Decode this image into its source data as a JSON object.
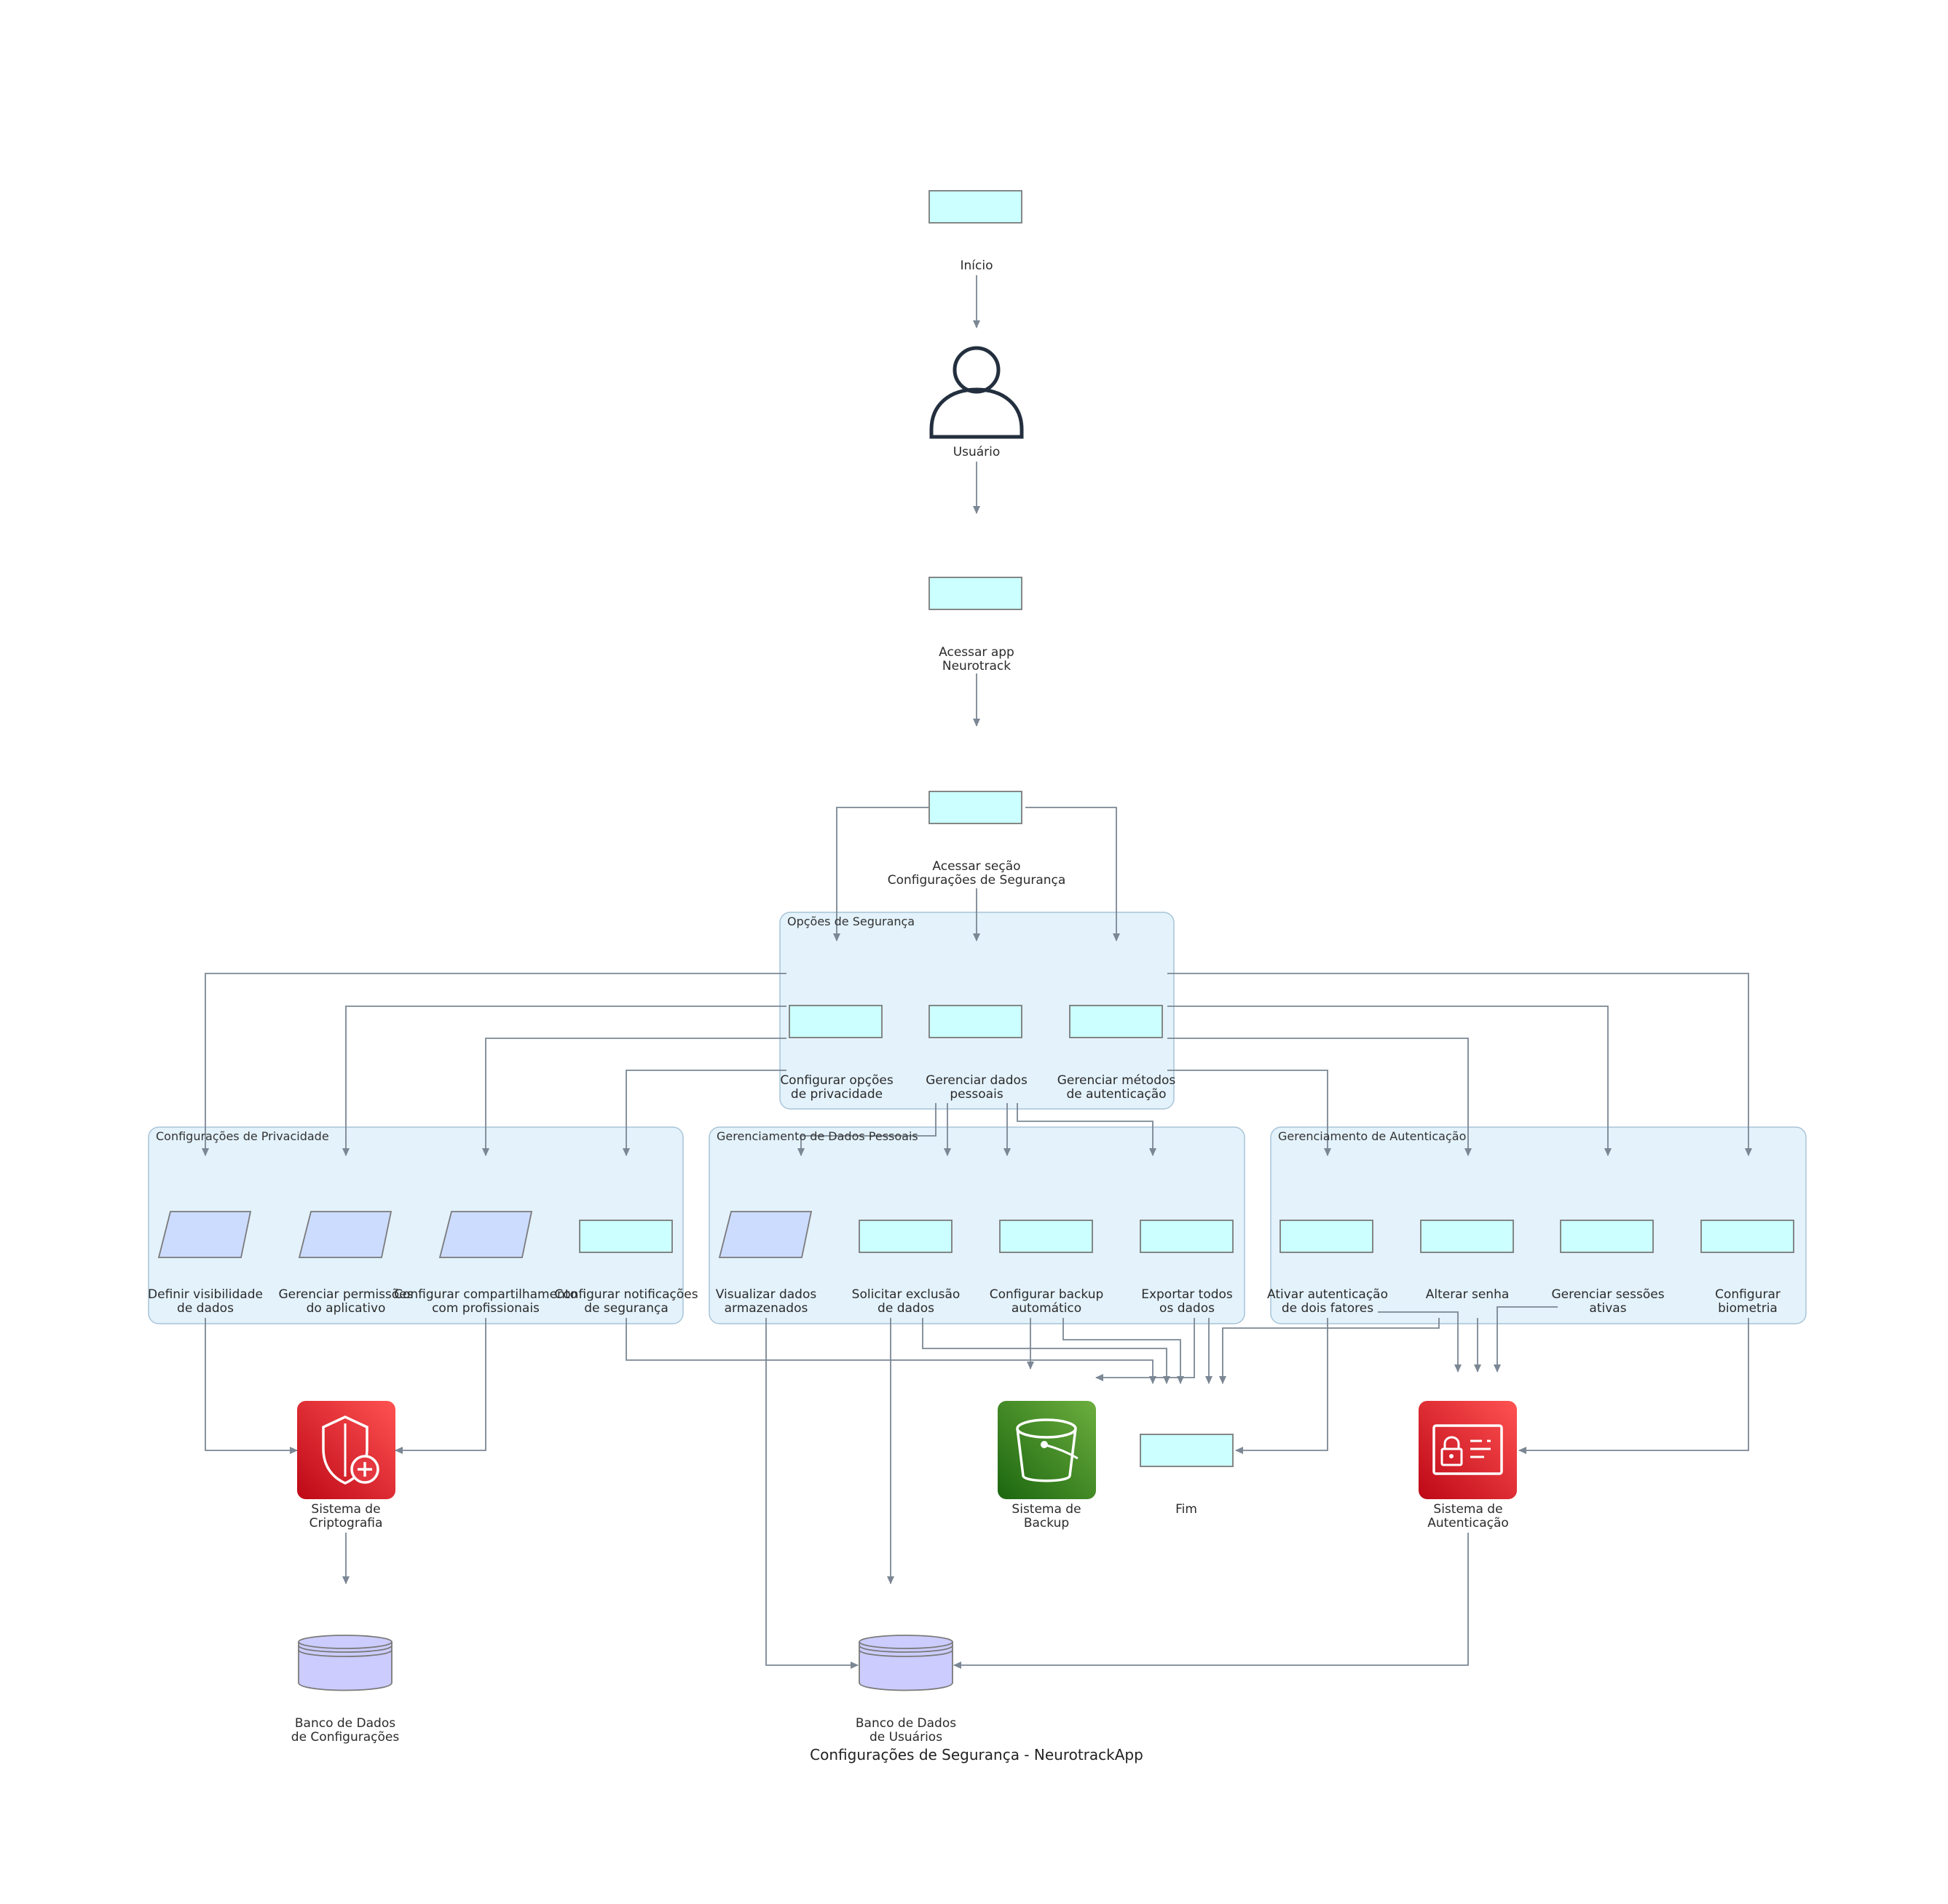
{
  "diagram": {
    "title": "Configurações de Segurança - NeurotrackApp",
    "groups": {
      "security_options": "Opções de Segurança",
      "privacy": "Configurações de Privacidade",
      "personal_data": "Gerenciamento de Dados Pessoais",
      "authentication": "Gerenciamento de Autenticação"
    },
    "nodes": {
      "start": "Início",
      "user": "Usuário",
      "access_app": "Acessar app\nNeurotrack",
      "access_section": "Acessar seção\nConfigurações de Segurança",
      "configure_privacy": "Configurar opções\nde privacidade",
      "manage_personal": "Gerenciar dados\npessoais",
      "manage_auth": "Gerenciar métodos\nde autenticação",
      "visibility": "Definir visibilidade\nde dados",
      "permissions": "Gerenciar permissões\ndo aplicativo",
      "sharing": "Configurar compartilhamento\ncom profissionais",
      "notifications": "Configurar notificações\nde segurança",
      "view_data": "Visualizar dados\narmazenados",
      "request_delete": "Solicitar exclusão\nde dados",
      "configure_backup": "Configurar backup\nautomático",
      "export_all": "Exportar todos\nos dados",
      "two_factor": "Ativar autenticação\nde dois fatores",
      "change_password": "Alterar senha",
      "sessions": "Gerenciar sessões\nativas",
      "biometrics": "Configurar\nbiometria",
      "crypto_system": "Sistema de\nCriptografia",
      "backup_system": "Sistema de\nBackup",
      "end": "Fim",
      "auth_system": "Sistema de\nAutenticação",
      "config_db": "Banco de Dados\nde Configurações",
      "users_db": "Banco de Dados\nde Usuários"
    },
    "icons": {
      "user": "user-icon",
      "crypto_system": "shield-plus-icon",
      "backup_system": "bucket-icon",
      "auth_system": "id-card-lock-icon",
      "databases": "database-icon"
    },
    "colors": {
      "process_fill": "#ccffff",
      "io_fill": "#ccdcff",
      "db_fill": "#ccccff",
      "group_fill": "#e3f2fb",
      "group_stroke": "#a8c4d8",
      "edge": "#7b8794",
      "security_icon": "#dd2e3a",
      "storage_icon": "#4a8a2a"
    }
  }
}
